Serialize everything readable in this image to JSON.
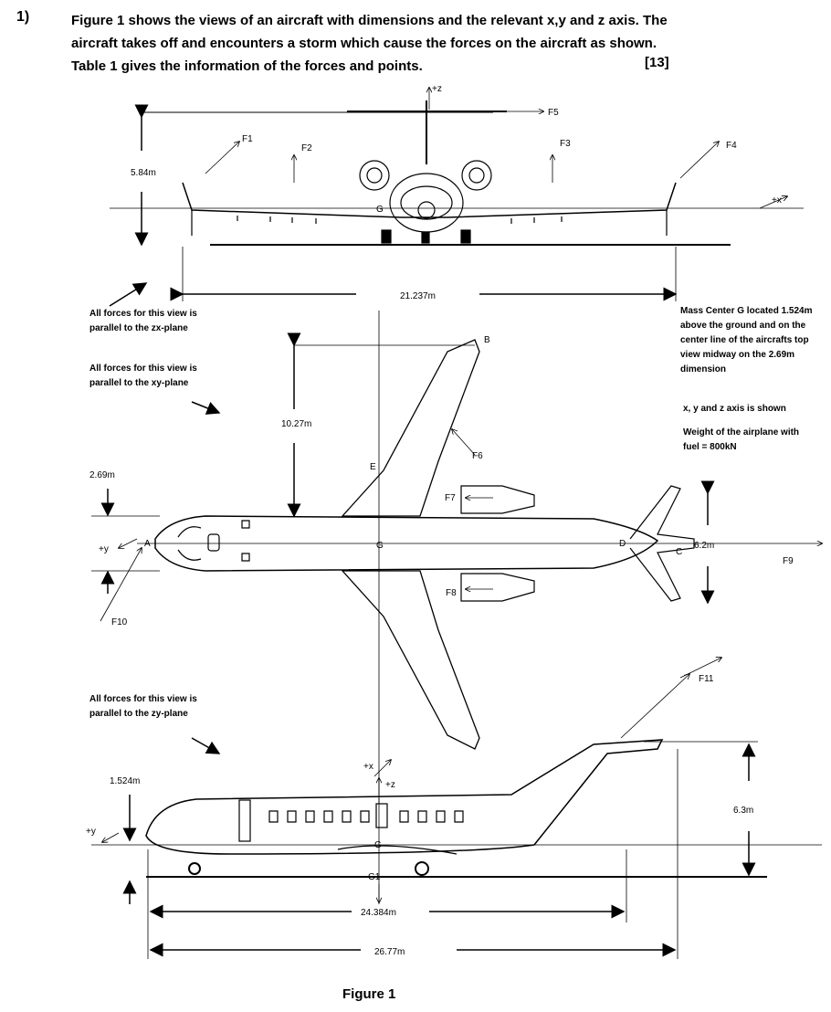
{
  "question": {
    "number": "1)",
    "stem_lines": [
      "Figure 1 shows the views of an aircraft with dimensions and the relevant x,y and z axis.  The",
      "aircraft takes off and encounters a storm which cause the forces on the aircraft as shown.",
      "Table 1 gives the information of the forces and points."
    ],
    "marks": "[13]"
  },
  "notes": {
    "zx_plane": "All forces for this view is parallel to the zx-plane",
    "xy_plane": "All forces for this view is parallel to the xy-plane",
    "zy_plane": "All forces for this view is parallel to the zy-plane",
    "mass_center": "Mass Center G located 1.524m above the ground and on the center line of the aircrafts top view midway on the 2.69m dimension",
    "axes": "x, y and z axis is shown",
    "weight": "Weight of the airplane with fuel = 800kN"
  },
  "dimensions": {
    "front_height": "5.84m",
    "wingspan": "21.237m",
    "half_span": "10.27m",
    "fuselage_width": "2.69m",
    "tail_span": "6.2m",
    "side_height_g": "1.524m",
    "tail_height": "6.3m",
    "length_g1": "24.384m",
    "length_total": "26.77m"
  },
  "forces": [
    "F1",
    "F2",
    "F3",
    "F4",
    "F5",
    "F6",
    "F7",
    "F8",
    "F9",
    "F10",
    "F11"
  ],
  "points": [
    "G",
    "G1",
    "A",
    "B",
    "C",
    "D",
    "E"
  ],
  "axes": {
    "plus_x": "+x",
    "plus_y": "+y",
    "plus_z": "+z"
  },
  "caption": "Figure 1"
}
